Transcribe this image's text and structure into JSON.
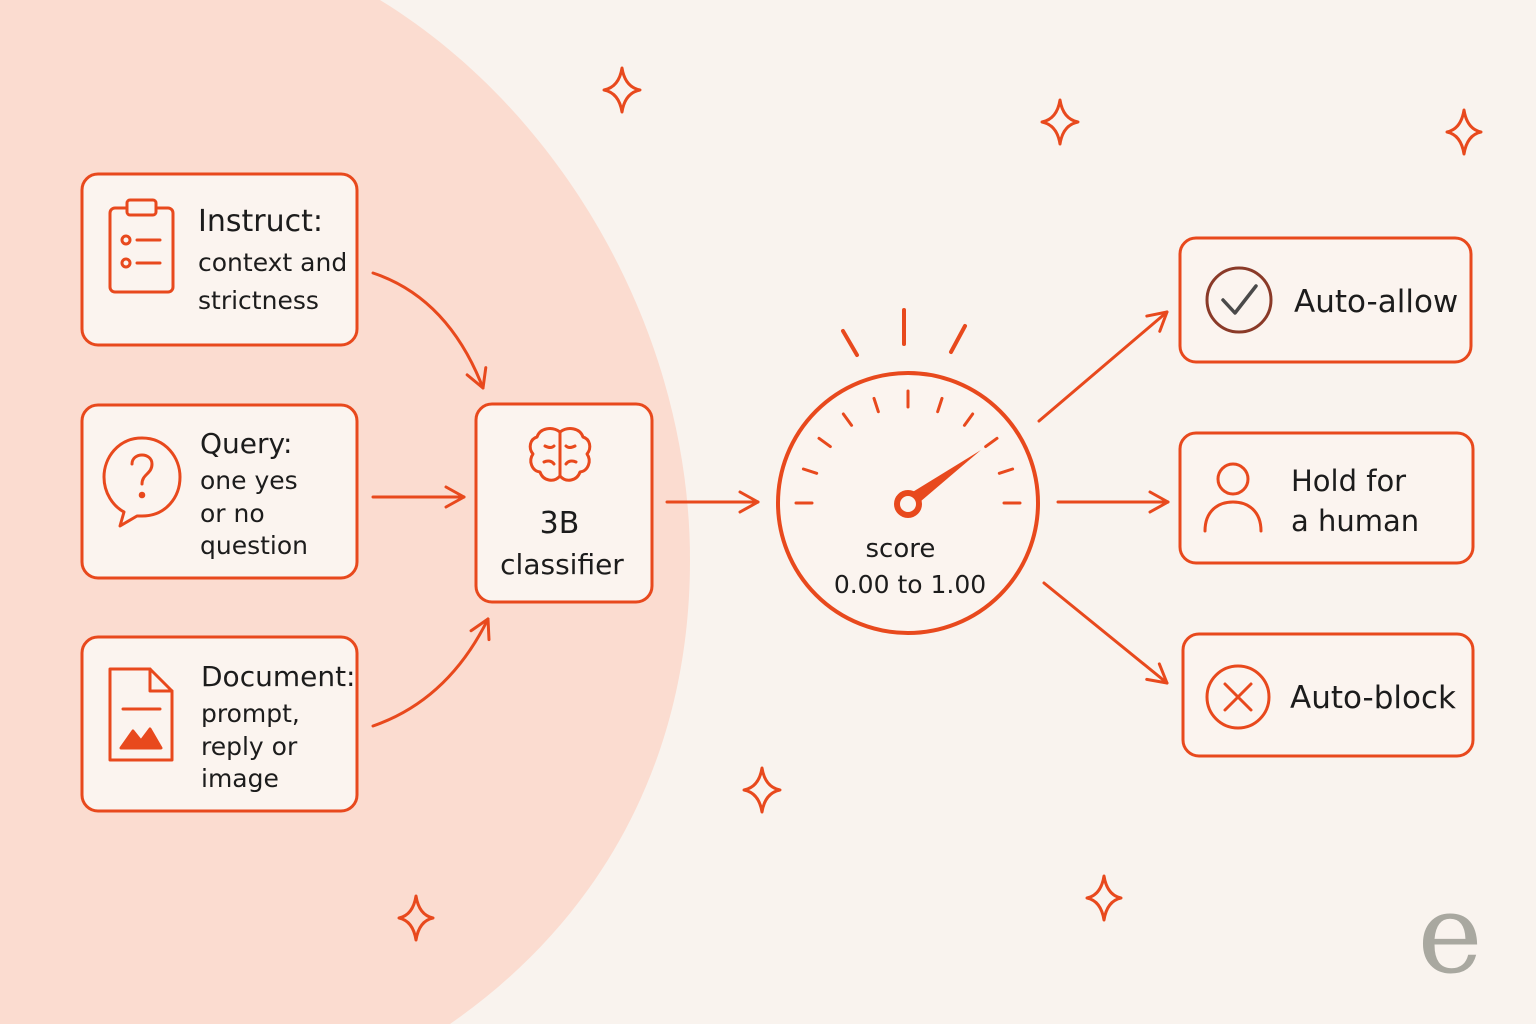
{
  "colors": {
    "accent": "#e8491d",
    "background": "#f9f3ee",
    "blob": "#fbdcd0",
    "box_fill": "#fbf4ef",
    "text": "#1c1c1c",
    "check_circle": "#8a3a28",
    "check_mark": "#4a4a4a",
    "logo": "#a9a8a0"
  },
  "inputs": [
    {
      "icon": "clipboard-icon",
      "lines": [
        "Instruct:",
        "context and",
        "strictness"
      ]
    },
    {
      "icon": "question-bubble-icon",
      "lines": [
        "Query:",
        "one yes",
        "or no",
        "question"
      ]
    },
    {
      "icon": "document-image-icon",
      "lines": [
        "Document:",
        "prompt,",
        "reply or",
        "image"
      ]
    }
  ],
  "classifier": {
    "icon": "brain-icon",
    "lines": [
      "3B",
      "classifier"
    ]
  },
  "gauge": {
    "icon": "gauge-icon",
    "lines": [
      "score",
      "0.00 to 1.00"
    ],
    "needle_value": 0.8
  },
  "outcomes": [
    {
      "icon": "check-circle-icon",
      "lines": [
        "Auto-allow"
      ]
    },
    {
      "icon": "person-icon",
      "lines": [
        "Hold for",
        "a human"
      ]
    },
    {
      "icon": "x-circle-icon",
      "lines": [
        "Auto-block"
      ]
    }
  ],
  "logo": {
    "glyph": "e",
    "icon": "e-logo-icon"
  }
}
